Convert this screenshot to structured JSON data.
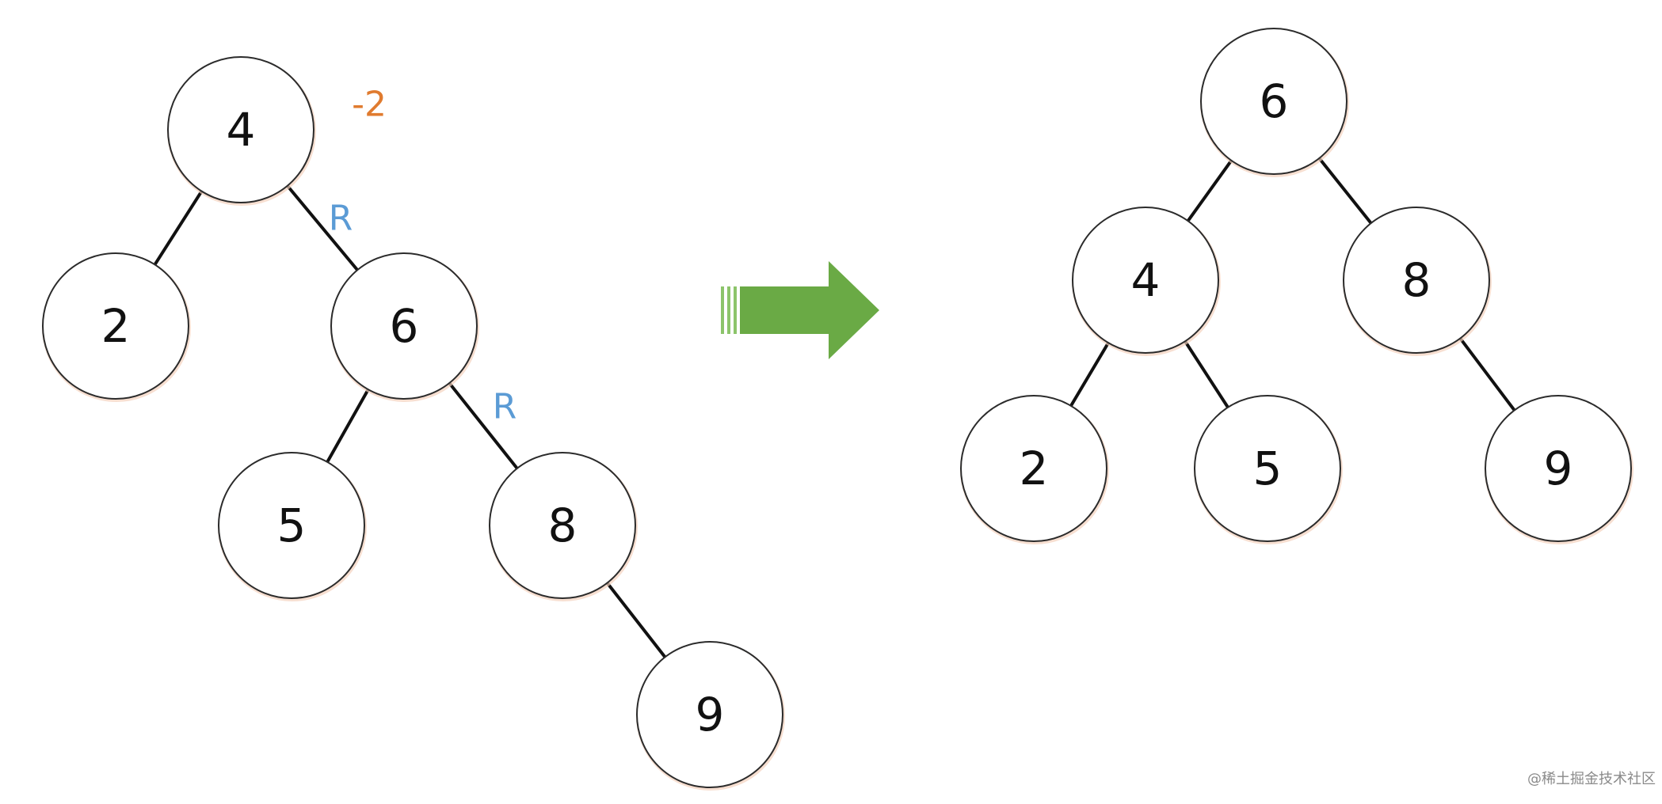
{
  "colors": {
    "balance_factor": "#e07b2f",
    "rotation_marker": "#5b9bd5",
    "arrow_fill": "#6aaa45",
    "arrow_stripes": "#8cc46a",
    "node_stroke": "#2b2b2b",
    "edge": "#111111"
  },
  "before_tree": {
    "nodes": [
      {
        "id": "b4",
        "label": "4"
      },
      {
        "id": "b2",
        "label": "2"
      },
      {
        "id": "b6",
        "label": "6"
      },
      {
        "id": "b5",
        "label": "5"
      },
      {
        "id": "b8",
        "label": "8"
      },
      {
        "id": "b9",
        "label": "9"
      }
    ],
    "edges": [
      [
        "b4",
        "b2"
      ],
      [
        "b4",
        "b6"
      ],
      [
        "b6",
        "b5"
      ],
      [
        "b6",
        "b8"
      ],
      [
        "b8",
        "b9"
      ]
    ],
    "balance_factor": {
      "node": "b4",
      "text": "-2"
    },
    "rotation_markers": [
      {
        "edge": [
          "b4",
          "b6"
        ],
        "text": "R"
      },
      {
        "edge": [
          "b6",
          "b8"
        ],
        "text": "R"
      }
    ]
  },
  "after_tree": {
    "nodes": [
      {
        "id": "a6",
        "label": "6"
      },
      {
        "id": "a4",
        "label": "4"
      },
      {
        "id": "a8",
        "label": "8"
      },
      {
        "id": "a2",
        "label": "2"
      },
      {
        "id": "a5",
        "label": "5"
      },
      {
        "id": "a9",
        "label": "9"
      }
    ],
    "edges": [
      [
        "a6",
        "a4"
      ],
      [
        "a6",
        "a8"
      ],
      [
        "a4",
        "a2"
      ],
      [
        "a4",
        "a5"
      ],
      [
        "a8",
        "a9"
      ]
    ]
  },
  "transition_arrow": {
    "icon": "right-arrow-icon"
  },
  "watermark": "@稀土掘金技术社区"
}
